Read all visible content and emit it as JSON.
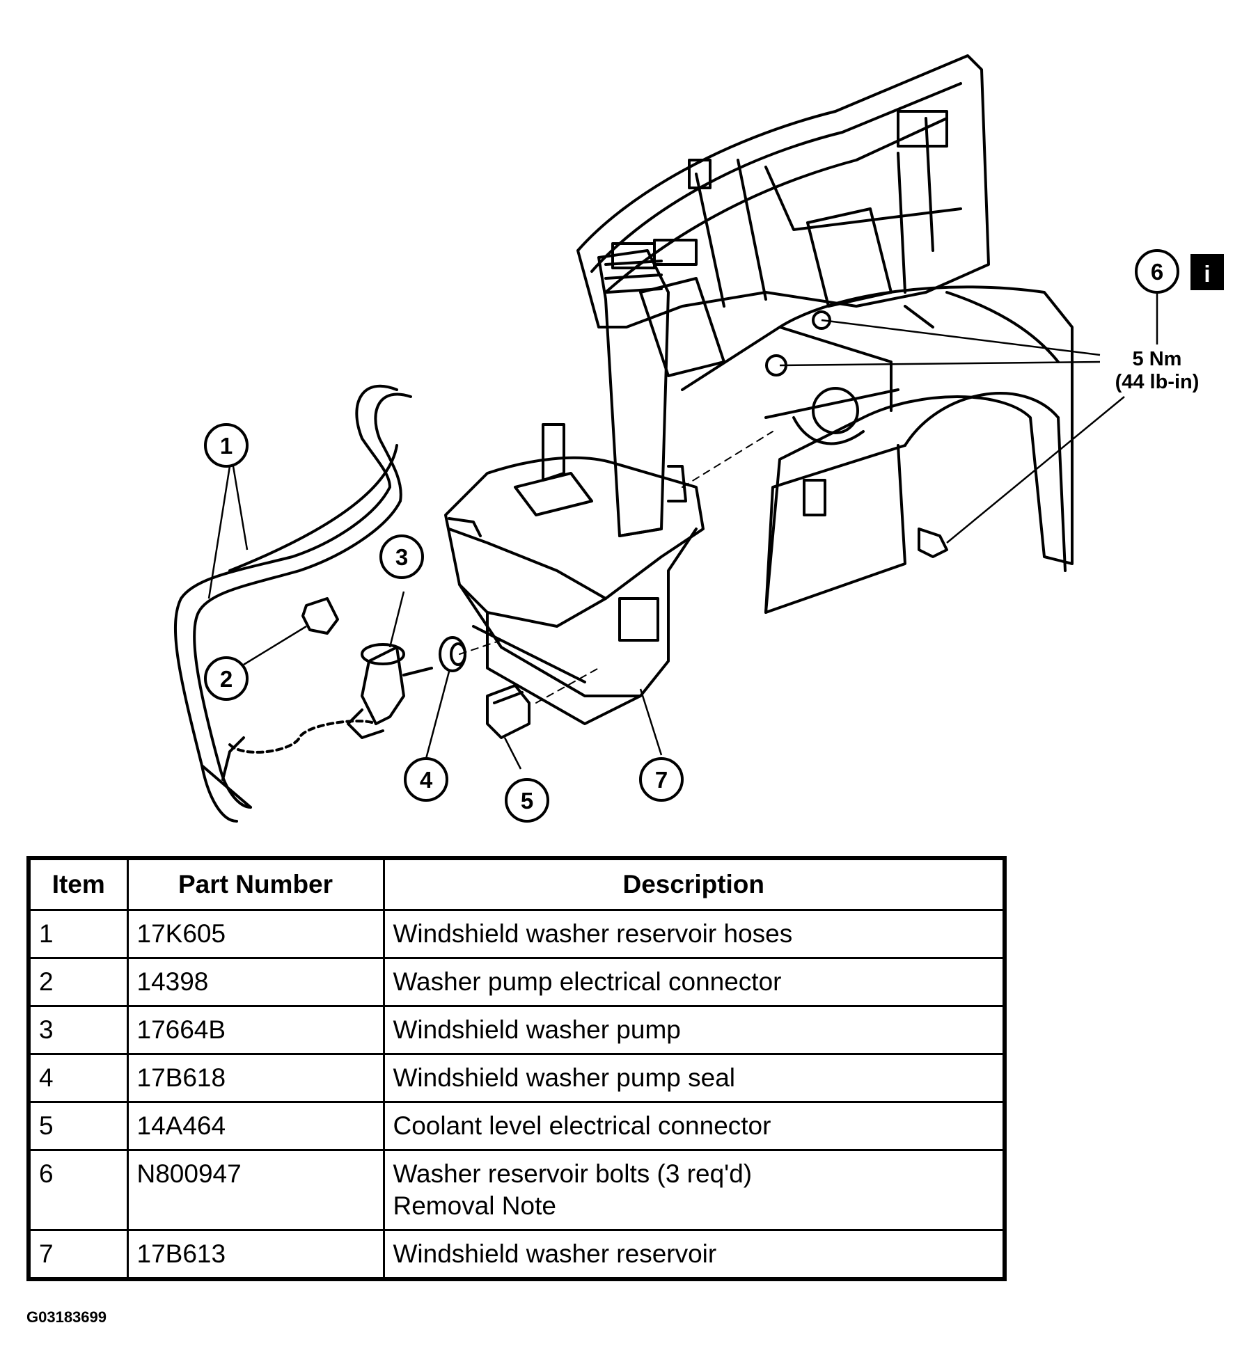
{
  "callouts": [
    "1",
    "2",
    "3",
    "4",
    "5",
    "6",
    "7"
  ],
  "torque": {
    "metric": "5 Nm",
    "imperial": "(44 lb-in)"
  },
  "info_badge": "i",
  "table": {
    "headers": [
      "Item",
      "Part Number",
      "Description"
    ],
    "rows": [
      {
        "item": "1",
        "part": "17K605",
        "desc": [
          "Windshield washer reservoir hoses"
        ]
      },
      {
        "item": "2",
        "part": "14398",
        "desc": [
          "Washer pump electrical connector"
        ]
      },
      {
        "item": "3",
        "part": "17664B",
        "desc": [
          "Windshield washer pump"
        ]
      },
      {
        "item": "4",
        "part": "17B618",
        "desc": [
          "Windshield washer pump seal"
        ]
      },
      {
        "item": "5",
        "part": "14A464",
        "desc": [
          "Coolant level electrical connector"
        ]
      },
      {
        "item": "6",
        "part": "N800947",
        "desc": [
          "Washer reservoir bolts (3 req'd)",
          "Removal Note"
        ]
      },
      {
        "item": "7",
        "part": "17B613",
        "desc": [
          "Windshield washer reservoir"
        ]
      }
    ]
  },
  "figure_id": "G03183699"
}
